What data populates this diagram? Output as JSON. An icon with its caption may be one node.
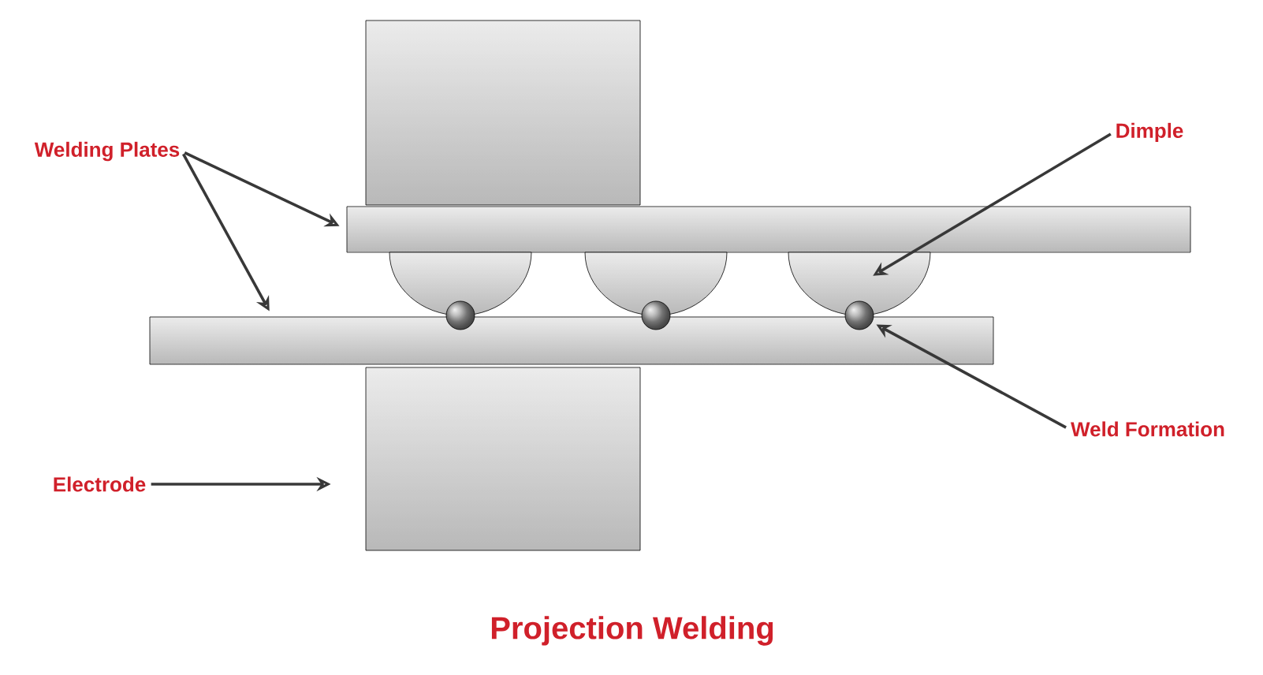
{
  "diagram": {
    "title": "Projection Welding",
    "nodes": [
      {
        "text": [
          "Welding Plates"
        ]
      },
      {
        "text": [
          "Dimple"
        ]
      },
      {
        "text": [],
        "shape": "box"
      },
      {
        "text": [],
        "shape": "bar"
      },
      {
        "text": [],
        "shape": "dome"
      },
      {
        "text": [],
        "shape": "dome"
      },
      {
        "text": [],
        "shape": "dome"
      },
      {
        "text": [],
        "shape": "bar"
      },
      {
        "text": [],
        "shape": "circle"
      },
      {
        "text": [],
        "shape": "circle"
      },
      {
        "text": [],
        "shape": "circle"
      },
      {
        "text": [
          "Weld Formation"
        ]
      },
      {
        "text": [
          "Electrode"
        ]
      },
      {
        "text": [],
        "shape": "box"
      }
    ],
    "edges": [
      {
        "from": 0,
        "to": 3,
        "arrow": "to"
      },
      {
        "from": 0,
        "to": 7,
        "arrow": "to"
      },
      {
        "from": 1,
        "to": 6,
        "arrow": "to"
      },
      {
        "from": 11,
        "to": 10,
        "arrow": "to"
      },
      {
        "from": 12,
        "to": 13,
        "arrow": "to"
      }
    ]
  }
}
